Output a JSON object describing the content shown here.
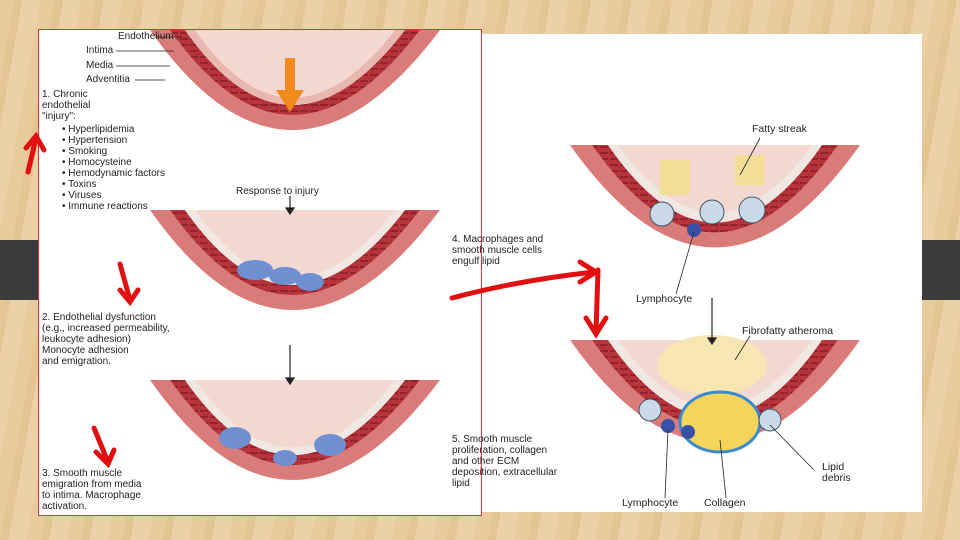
{
  "layers": {
    "endothelium": "Endothelium",
    "intima": "Intima",
    "media": "Media",
    "adventitia": "Adventitia"
  },
  "steps": {
    "step1_title": "1. Chronic\nendothelial\n\"injury\":",
    "step1_list": [
      "Hyperlipidemia",
      "Hypertension",
      "Smoking",
      "Homocysteine",
      "Hemodynamic factors",
      "Toxins",
      "Viruses",
      "Immune reactions"
    ],
    "response": "Response to injury",
    "step2": "2. Endothelial dysfunction\n(e.g., increased permeability,\nleukocyte adhesion)\nMonocyte adhesion\nand emigration.",
    "step3": "3. Smooth muscle\nemigration from media\nto intima. Macrophage\nactivation.",
    "step4": "4. Macrophages and\nsmooth muscle cells\nengulf lipid",
    "step5": "5. Smooth muscle\nproliferation, collagen\nand other ECM\ndeposition, extracellular\nlipid"
  },
  "labels": {
    "fatty_streak": "Fatty streak",
    "lymphocyte_1": "Lymphocyte",
    "fibrofatty": "Fibrofatty atheroma",
    "lymphocyte_2": "Lymphocyte",
    "collagen": "Collagen",
    "lipid_debris": "Lipid\ndebris"
  },
  "colors": {
    "arrow_red": "#e01010",
    "arrow_orange": "#f08a1c",
    "vessel_outer": "#c85a5a",
    "vessel_media": "#b8343c",
    "lumen": "#f3d8d2"
  }
}
